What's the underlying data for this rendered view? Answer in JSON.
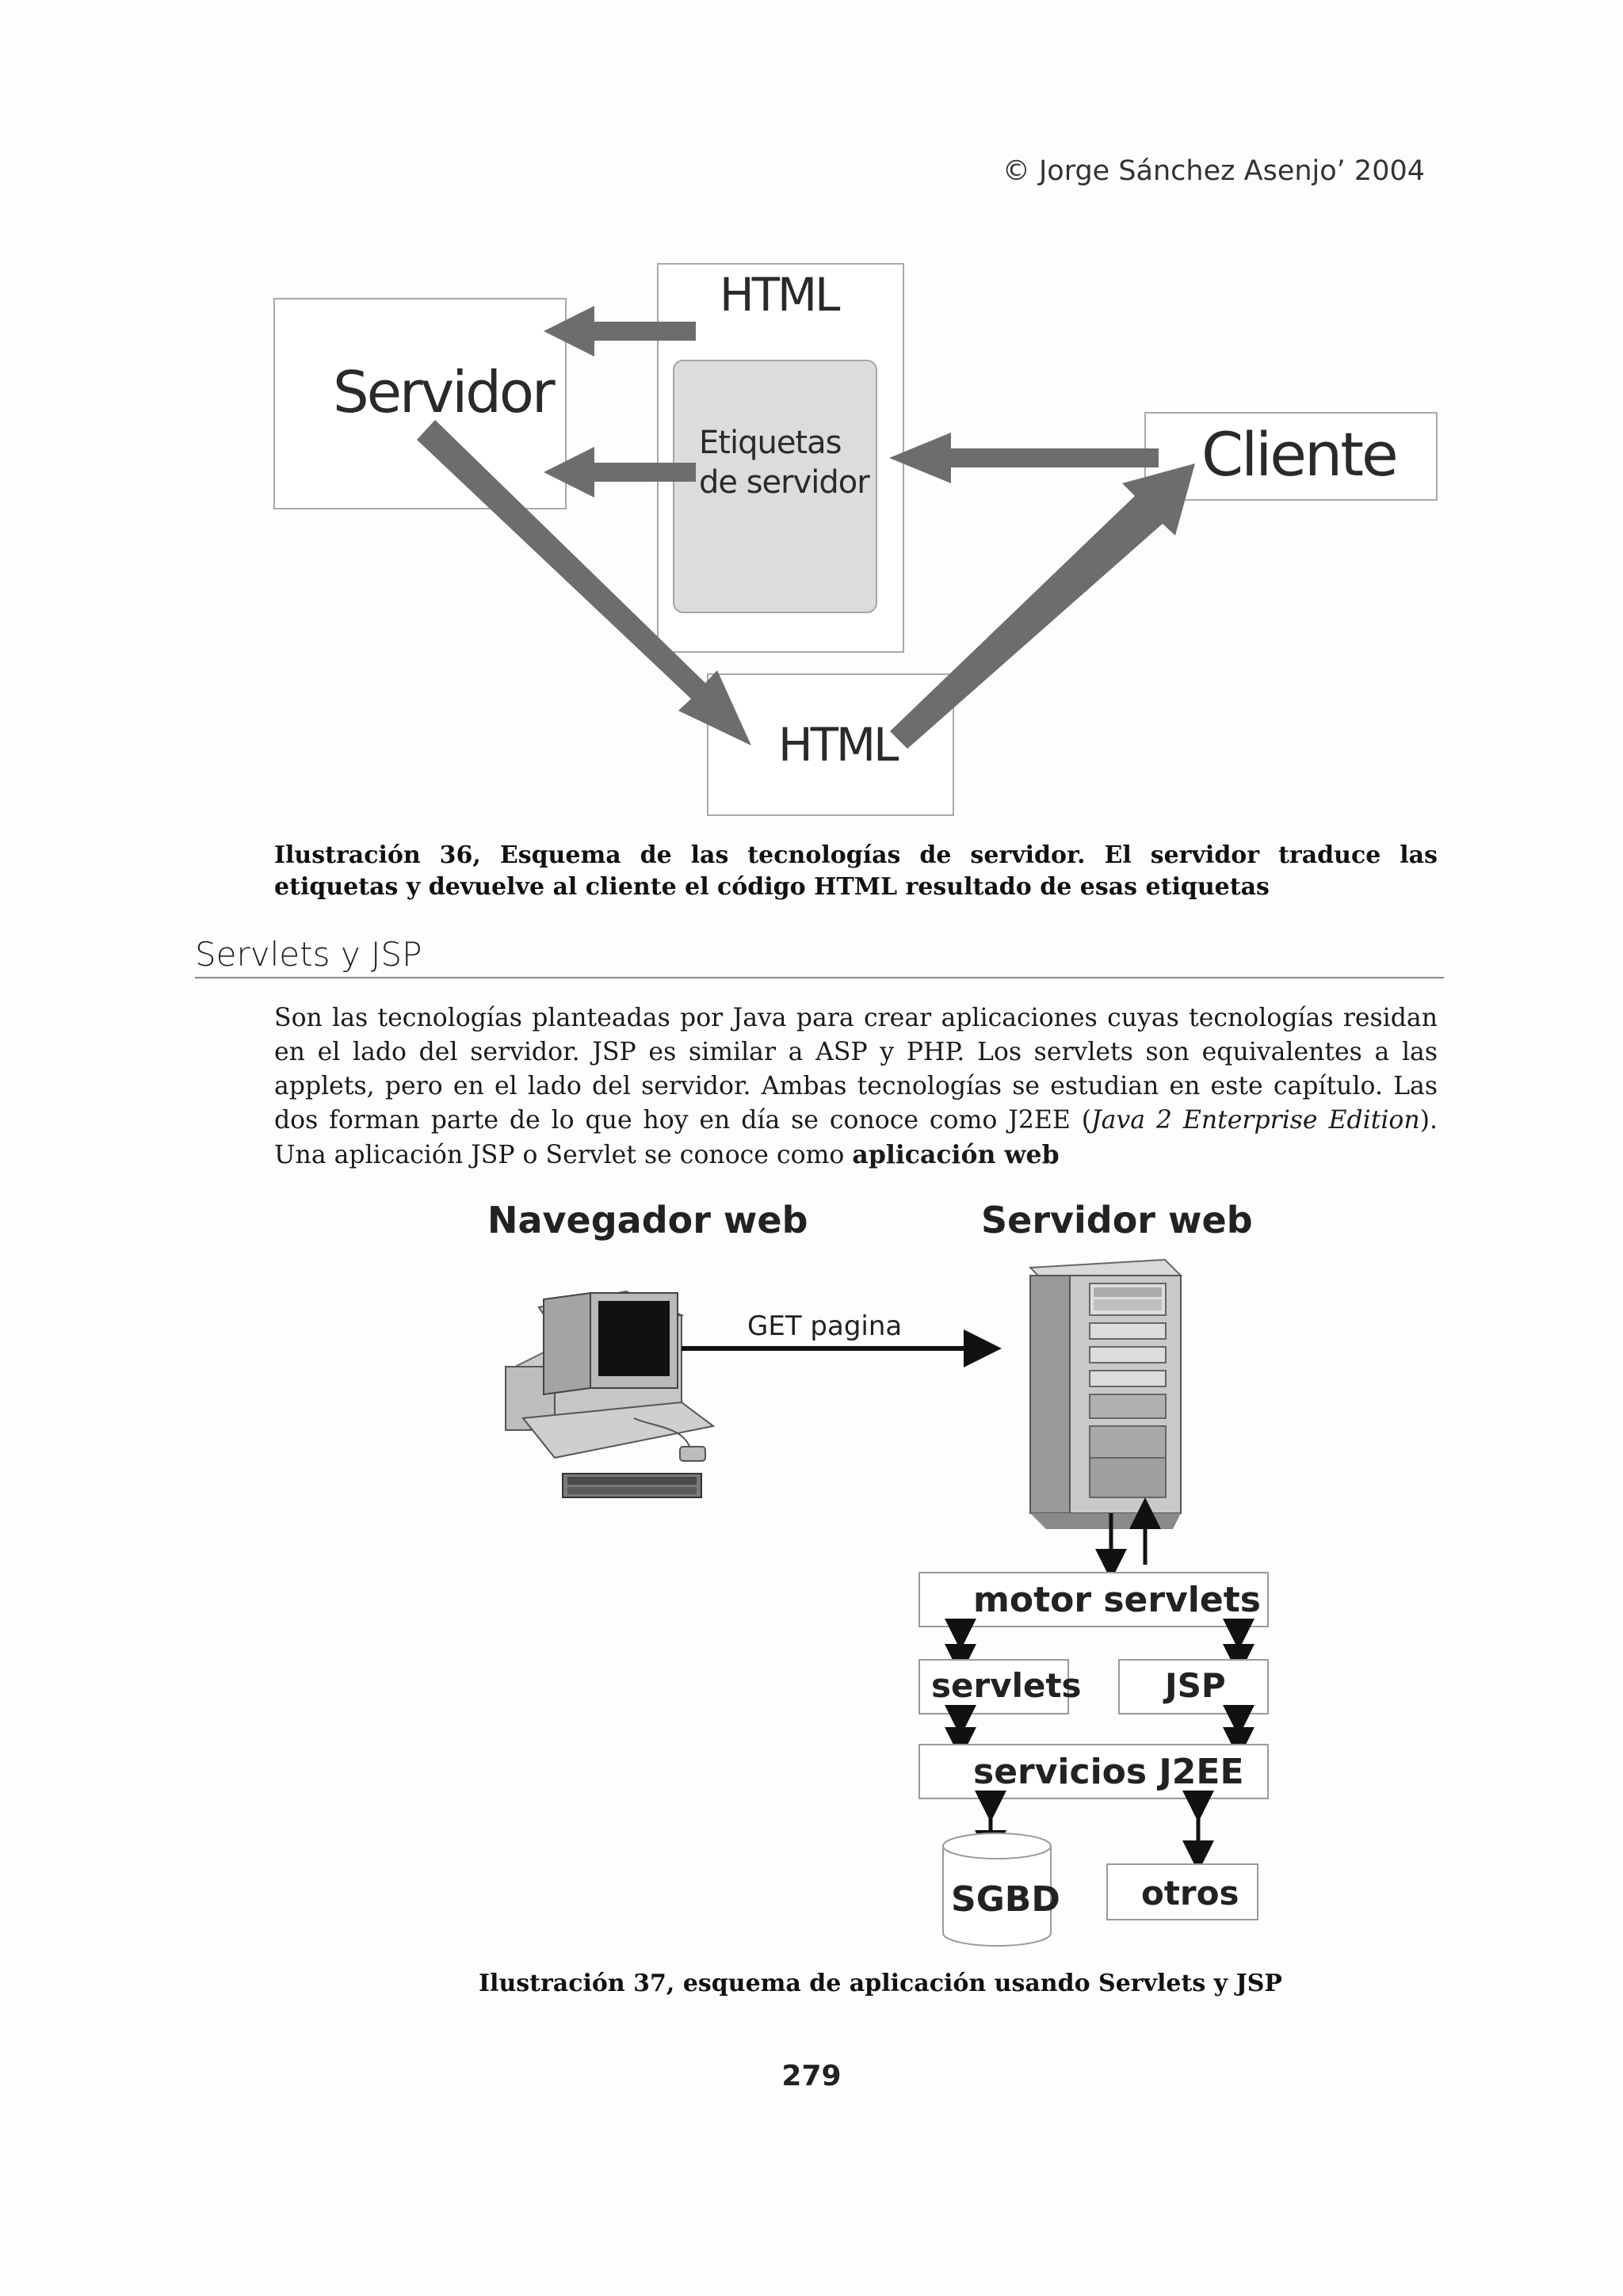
{
  "header": {
    "copyright": "© Jorge Sánchez Asenjo’ 2004"
  },
  "figure36": {
    "labels": {
      "html_top": "HTML",
      "servidor": "Servidor",
      "etiquetas_line1": "Etiquetas",
      "etiquetas_line2": "de servidor",
      "cliente": "Cliente",
      "html_bottom": "HTML"
    },
    "caption_line1": "Ilustración 36, Esquema de las tecnologías de servidor. El servidor traduce las",
    "caption_line2": "etiquetas y devuelve al cliente el código HTML resultado de esas etiquetas"
  },
  "section": {
    "heading": "Servlets y JSP",
    "para_part1": "Son las tecnologías planteadas por Java para crear aplicaciones cuyas tecnologías residan en el lado del servidor. JSP es similar a ASP y PHP. Los servlets son equivalentes a las applets, pero en el lado del servidor. Ambas tecnologías se estudian en este capítulo. Las dos forman parte de lo que hoy en día se conoce como J2EE (",
    "para_italic": "Java 2 Enterprise Edition",
    "para_part2": "). Una aplicación JSP o Servlet se conoce como ",
    "para_bold": "aplicación web"
  },
  "figure37": {
    "navegador": "Navegador web",
    "servidor_web": "Servidor web",
    "get_label": "GET pagina",
    "motor": "motor servlets",
    "servlets": "servlets",
    "jsp": "JSP",
    "servicios": "servicios J2EE",
    "sgbd": "SGBD",
    "otros": "otros",
    "caption": "Ilustración 37, esquema de aplicación usando Servlets y JSP"
  },
  "footer": {
    "page_number": "279"
  },
  "colors": {
    "arrow": "#6d6d6d",
    "inner_box": "#dcdcdc"
  }
}
